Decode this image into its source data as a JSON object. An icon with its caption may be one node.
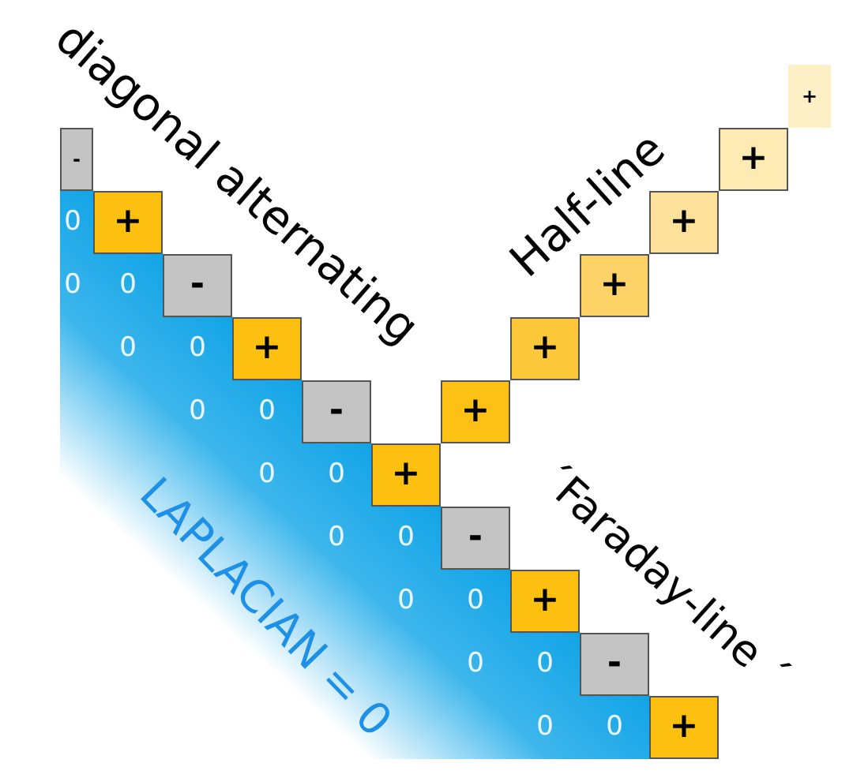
{
  "diagram": {
    "nodes": [
      {
        "text": [
          "-"
        ]
      },
      {
        "text": [
          "+"
        ]
      },
      {
        "text": [
          "-"
        ]
      },
      {
        "text": [
          "+"
        ]
      },
      {
        "text": [
          "-"
        ]
      },
      {
        "text": [
          "+"
        ]
      },
      {
        "text": [
          "-"
        ]
      },
      {
        "text": [
          "+"
        ]
      },
      {
        "text": [
          "-"
        ]
      },
      {
        "text": [
          "+"
        ]
      },
      {
        "text": [
          "+"
        ]
      },
      {
        "text": [
          "+"
        ]
      },
      {
        "text": [
          "+"
        ]
      },
      {
        "text": [
          "+"
        ]
      },
      {
        "text": [
          "+"
        ]
      },
      {
        "text": [
          "+"
        ]
      }
    ],
    "labels": [
      "diagonal alternating",
      "Half-line",
      "0",
      "0",
      "0",
      "0",
      "0",
      "0",
      "0",
      "0",
      "0",
      "0",
      "0",
      "0",
      "0",
      "0",
      "0",
      "0",
      "0",
      "LAPLACIAN = 0",
      "´Faraday-line ´"
    ]
  }
}
